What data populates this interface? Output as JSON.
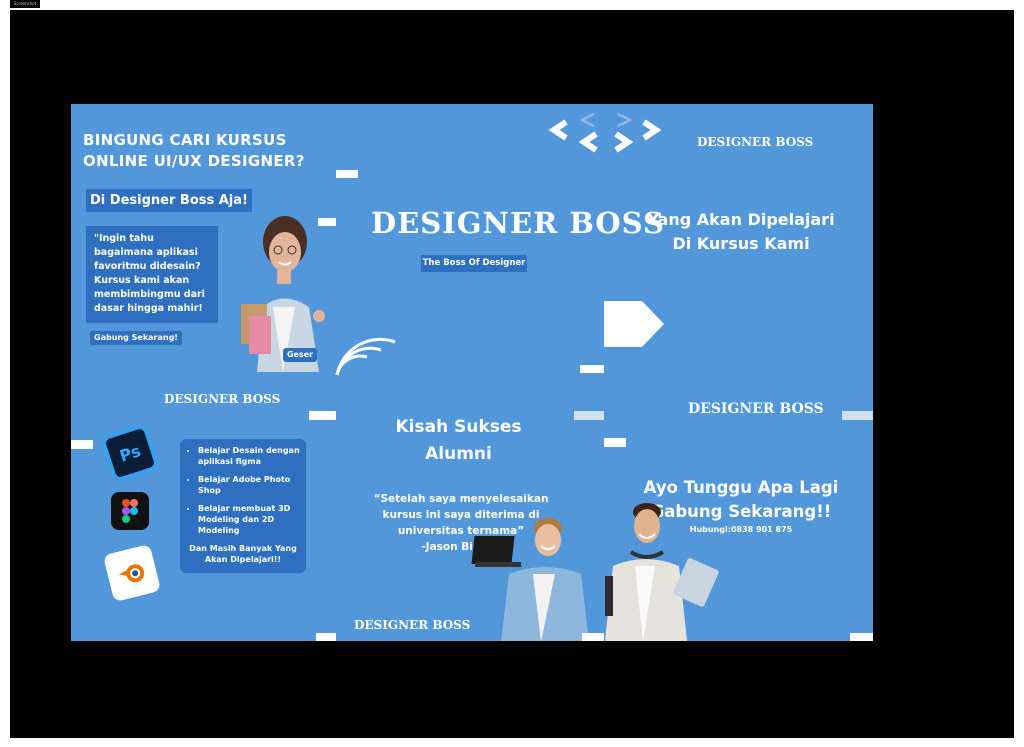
{
  "window": {
    "label": "Screenshot"
  },
  "hero": {
    "headline_line1": "BINGUNG CARI KURSUS",
    "headline_line2": "ONLINE UI/UX DESIGNER?",
    "tagline": "Di Designer Boss Aja!",
    "quote": "\"Ingin tahu bagaimana aplikasi favoritmu didesain? Kursus kami akan membimbingmu dari dasar hingga mahir!",
    "join_button": "Gabung Sekarang!",
    "swipe_button": "Geser"
  },
  "brand": {
    "title": "DESIGNER BOSS",
    "subtitle": "The Boss Of Designer",
    "logo_small": "DESIGNER BOSS"
  },
  "learn_section": {
    "title_line1": "Yang Akan Dipelajari",
    "title_line2": "Di Kursus Kami",
    "items": [
      "Belajar Desain dengan aplikasi figma",
      "Belajar Adobe Photo Shop",
      "Belajar membuat 3D Modeling dan 2D Modeling"
    ],
    "more": "Dan Masih Banyak Yang Akan Dipelajari!!",
    "app_icons": [
      "photoshop-icon",
      "figma-icon",
      "blender-icon"
    ],
    "photoshop_label": "Ps"
  },
  "alumni": {
    "title_line1": "Kisah Sukses",
    "title_line2": "Alumni",
    "quote_line1": "“Setelah saya menyelesaikan",
    "quote_line2": "kursus ini saya diterima di",
    "quote_line3": "universitas ternama”",
    "quote_author": "-Jason Bidler-"
  },
  "cta": {
    "line1": "Ayo Tunggu Apa Lagi",
    "line2": "Gabung Sekarang!!",
    "contact": "Hubungi:0838 901 875"
  },
  "colors": {
    "background": "#5397db",
    "panel": "#2f6fc0",
    "frame": "#000000",
    "text": "#ffffff"
  }
}
